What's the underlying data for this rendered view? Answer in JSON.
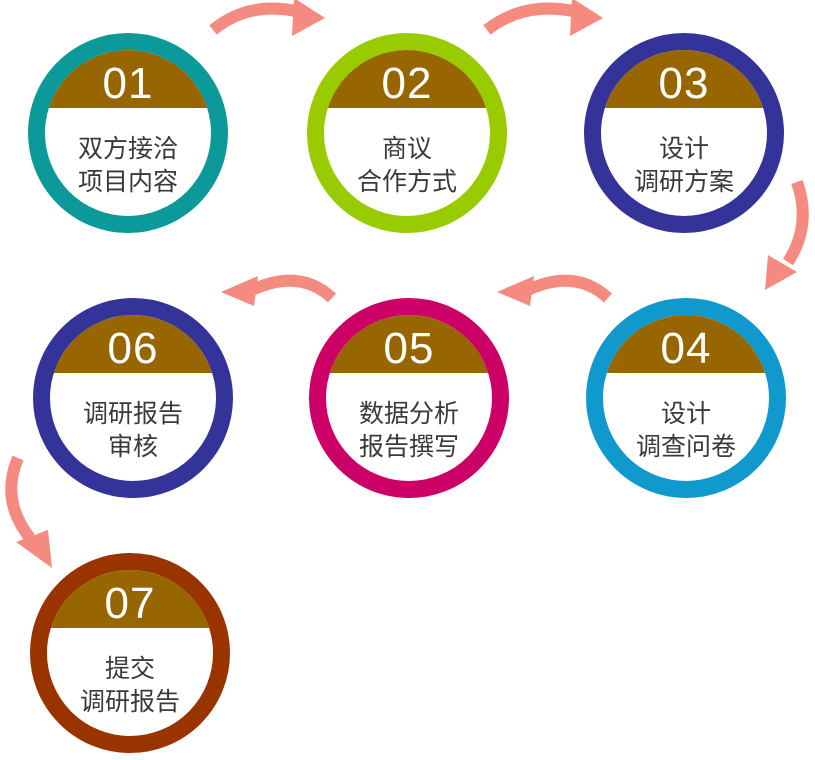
{
  "colors": {
    "band": "#976600",
    "arrow": "#f58b80",
    "text": "#3a3a3a"
  },
  "steps": [
    {
      "num": "01",
      "line1": "双方接洽",
      "line2": "项目内容",
      "ring": "#0b9a99"
    },
    {
      "num": "02",
      "line1": "商议",
      "line2": "合作方式",
      "ring": "#99cc00"
    },
    {
      "num": "03",
      "line1": "设计",
      "line2": "调研方案",
      "ring": "#333399"
    },
    {
      "num": "04",
      "line1": "设计",
      "line2": "调查问卷",
      "ring": "#0f99cc"
    },
    {
      "num": "05",
      "line1": "数据分析",
      "line2": "报告撰写",
      "ring": "#cc0066"
    },
    {
      "num": "06",
      "line1": "调研报告",
      "line2": "审核",
      "ring": "#333399"
    },
    {
      "num": "07",
      "line1": "提交",
      "line2": "调研报告",
      "ring": "#993300"
    }
  ]
}
